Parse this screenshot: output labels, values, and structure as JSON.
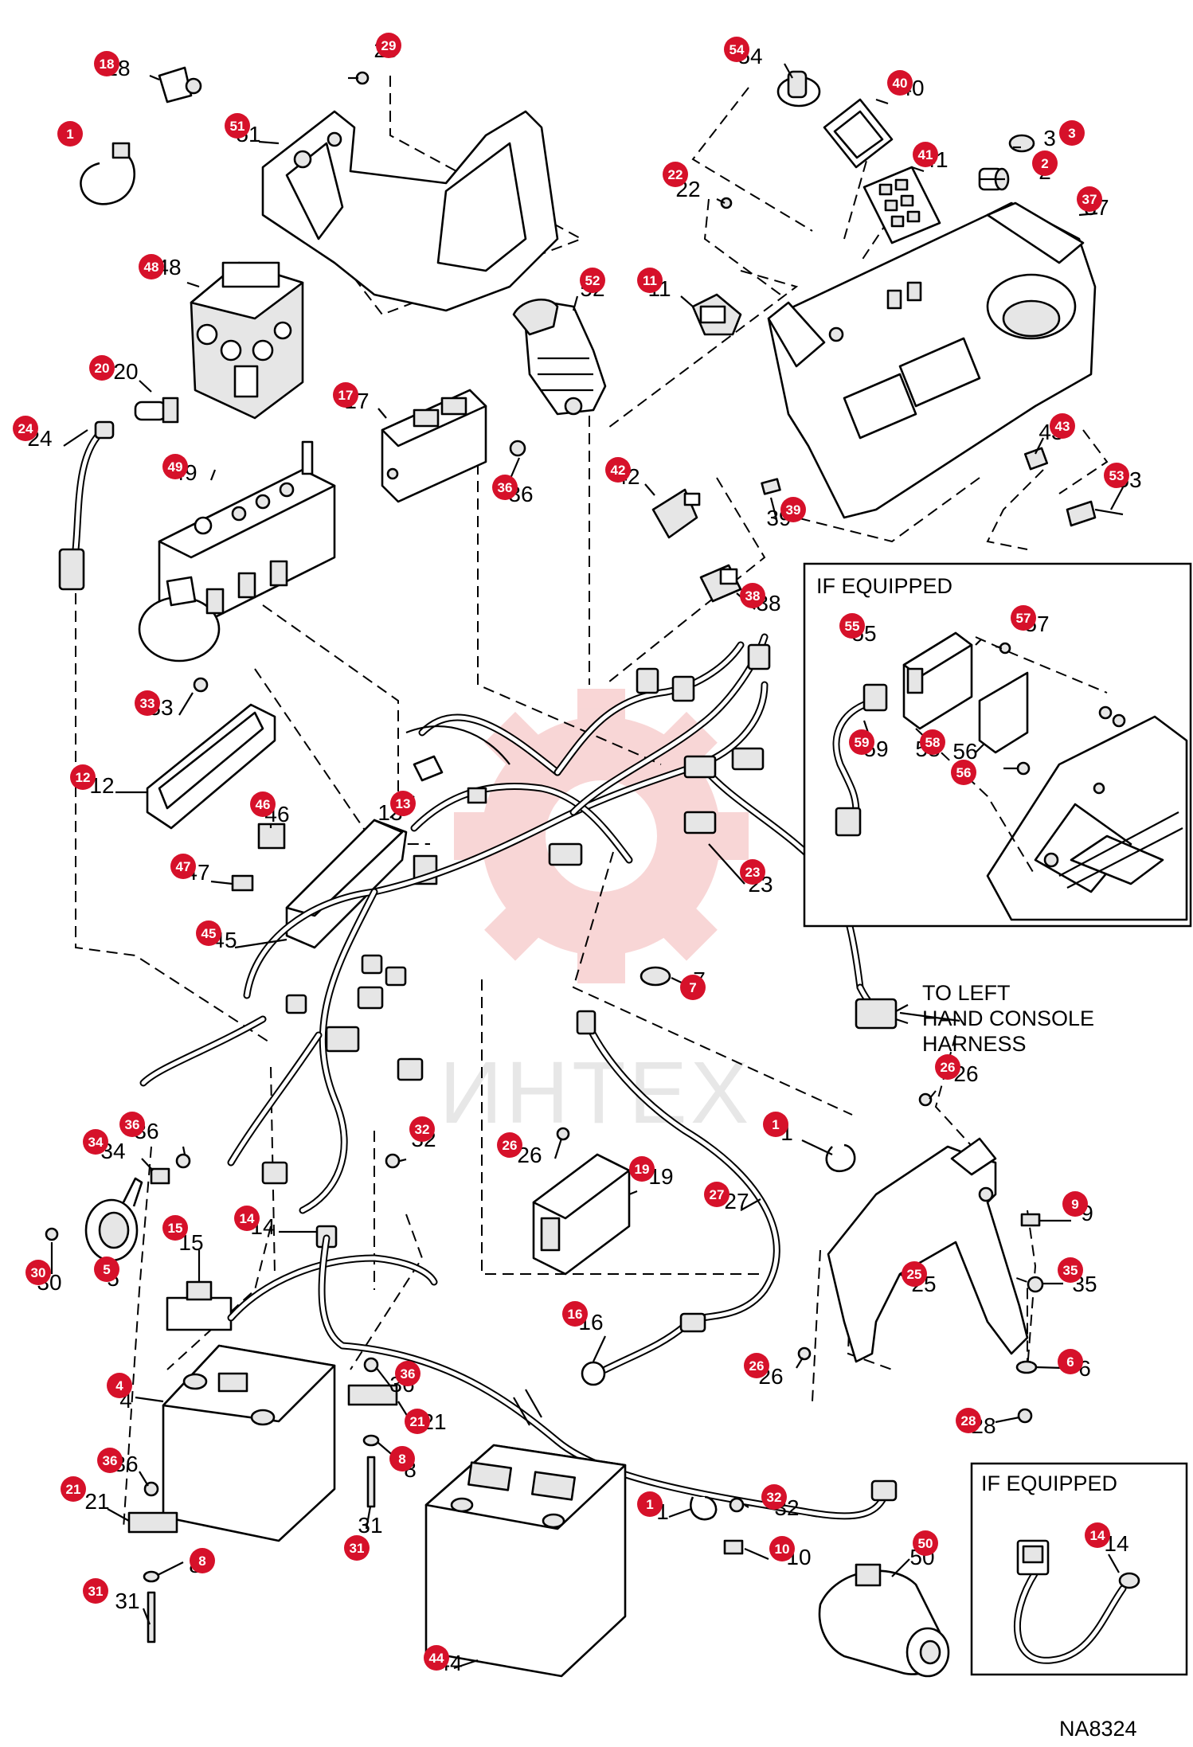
{
  "diagram_id": "NA8324",
  "watermark": "ИНТЕХ",
  "note_left_harness": [
    "TO LEFT",
    "HAND CONSOLE",
    "HARNESS"
  ],
  "inset_top": {
    "title": "IF EQUIPPED"
  },
  "inset_bottom": {
    "title": "IF EQUIPPED"
  },
  "colors": {
    "badge": "#d6112a",
    "watermark": "#f4b5b5",
    "ink": "#000000"
  },
  "callouts": [
    "1",
    "18",
    "29",
    "51",
    "54",
    "40",
    "3",
    "2",
    "41",
    "22",
    "37",
    "48",
    "52",
    "11",
    "20",
    "17",
    "24",
    "36",
    "49",
    "42",
    "39",
    "43",
    "53",
    "38",
    "55",
    "57",
    "33",
    "59",
    "58",
    "56",
    "12",
    "46",
    "13",
    "23",
    "47",
    "45",
    "7",
    "26",
    "1",
    "34",
    "36",
    "32",
    "26",
    "19",
    "27",
    "9",
    "30",
    "5",
    "14",
    "15",
    "25",
    "35",
    "16",
    "6",
    "26",
    "28",
    "4",
    "36",
    "21",
    "8",
    "36",
    "21",
    "31",
    "32",
    "1",
    "10",
    "50",
    "14",
    "8",
    "31",
    "44"
  ]
}
